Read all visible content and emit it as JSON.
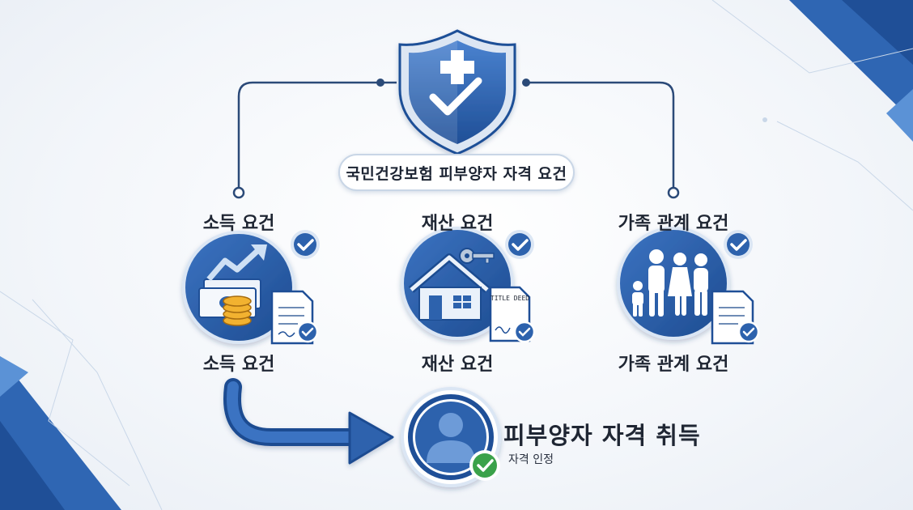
{
  "header": {
    "title": "국민건강보험 피부양자 자격 요건"
  },
  "requirements": [
    {
      "top_label": "소득 요건",
      "bottom_label": "소득 요건",
      "icon": "money-growth-icon"
    },
    {
      "top_label": "재산 요건",
      "bottom_label": "재산 요건",
      "icon": "house-key-icon",
      "doc_text": "TITLE DEED"
    },
    {
      "top_label": "가족 관계 요건",
      "bottom_label": "가족 관계 요건",
      "icon": "family-icon"
    }
  ],
  "result": {
    "title": "피부양자 자격 취득",
    "subtitle": "자격 인정"
  },
  "colors": {
    "primary": "#2d62ad",
    "dark": "#1c4c91",
    "light": "#dbe6f4",
    "success": "#3ba24a"
  }
}
